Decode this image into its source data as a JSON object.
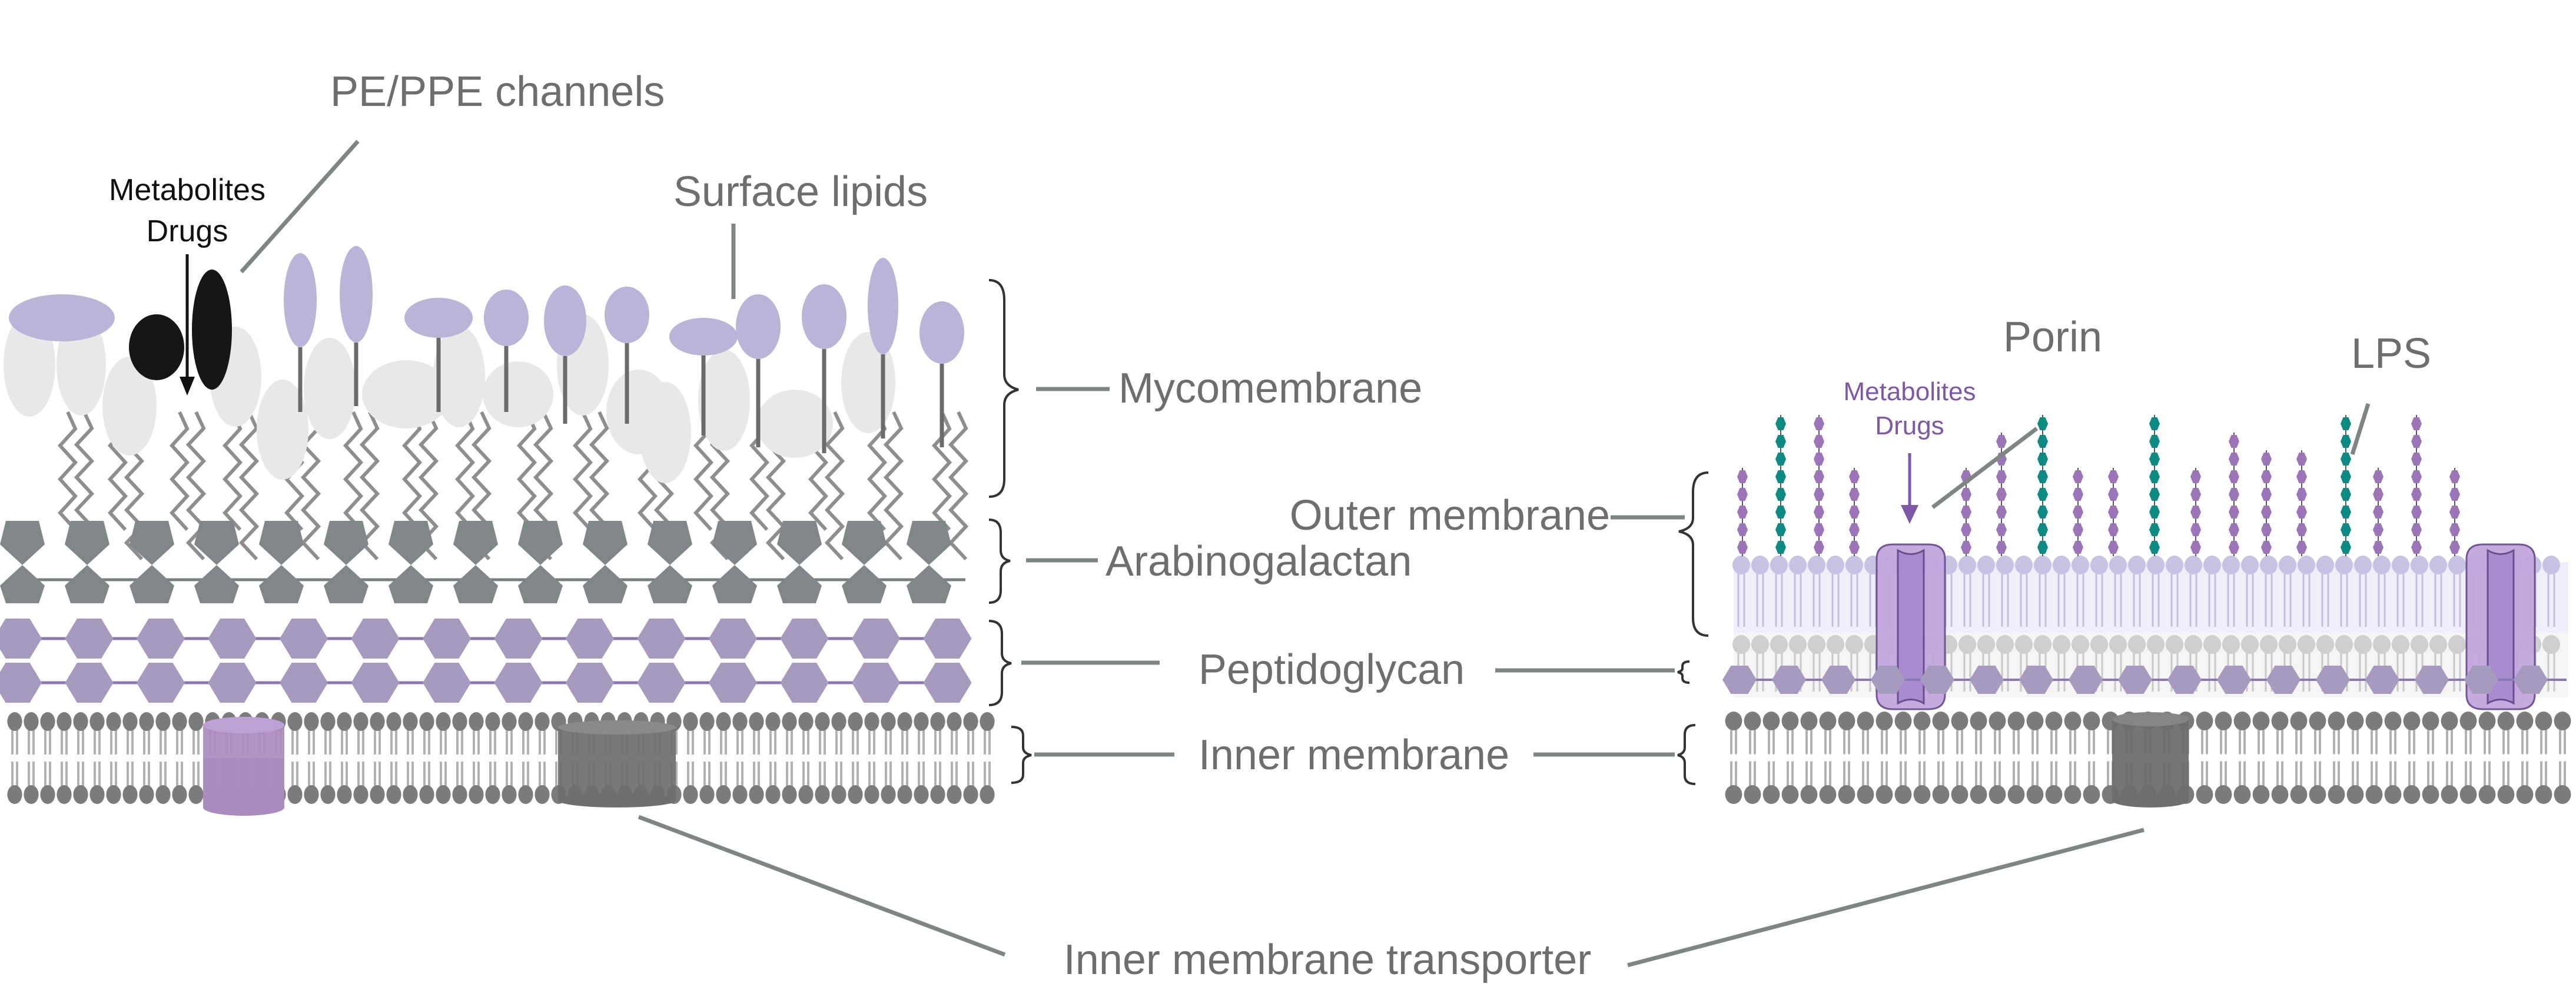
{
  "colors": {
    "label_gray": "#6d6e70",
    "leader_gray": "#7f8485",
    "lipid_purple": "#b9b4d8",
    "lipid_head_light": "#e8e8e8",
    "arabinogalactan": "#818688",
    "peptidoglycan": "#a69abf",
    "membrane_head": "#7b7b7b",
    "tail_gray": "#b2b2b2",
    "transporter_purple": "#a98bbf",
    "transporter_gray": "#6e6e6e",
    "porin_purple": "#c2a6de",
    "lps_purple": "#9c75b9",
    "lps_teal": "#0e8a85",
    "drug_black": "#161616",
    "metabolite_purple": "#7e57a8"
  },
  "mycobacterium_panel": {
    "pe_ppe_label": "PE/PPE channels",
    "metabolites_label": "Metabolites",
    "drugs_label": "Drugs",
    "surface_lipids_label": "Surface lipids",
    "layers": {
      "mycomembrane": "Mycomembrane",
      "arabinogalactan": "Arabinogalactan",
      "peptidoglycan": "Peptidoglycan",
      "inner_membrane": "Inner membrane"
    }
  },
  "gram_negative_panel": {
    "outer_membrane_label": "Outer membrane",
    "porin_label": "Porin",
    "lps_label": "LPS",
    "metabolites_label": "Metabolites",
    "drugs_label": "Drugs"
  },
  "shared": {
    "inner_membrane_transporter_label": "Inner membrane transporter"
  }
}
